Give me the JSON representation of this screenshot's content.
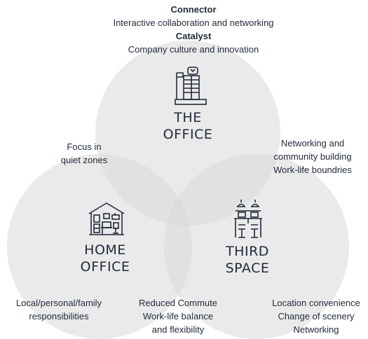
{
  "top_header": {
    "line1": "Connector",
    "line2": "Interactive collaboration and networking",
    "line3": "Catalyst",
    "line4": "Company culture and innovation"
  },
  "office": {
    "line1": "THE",
    "line2": "OFFICE",
    "icon": "office-building-icon"
  },
  "home": {
    "line1": "HOME",
    "line2": "OFFICE",
    "icon": "home-office-icon"
  },
  "third": {
    "line1": "THIRD",
    "line2": "SPACE",
    "icon": "cafe-tables-icon"
  },
  "office_home_overlap": {
    "line1": "Focus in",
    "line2": "quiet zones"
  },
  "office_third_overlap": {
    "line1": "Networking and",
    "line2": "community building",
    "line3": "Work-life boundries"
  },
  "home_only": {
    "line1": "Local/personal/family",
    "line2": "responsibilities"
  },
  "home_third_overlap": {
    "line1": "Reduced Commute",
    "line2": "Work-life balance",
    "line3": "and flexibility"
  },
  "third_only": {
    "line1": "Location convenience",
    "line2": "Change of scenery",
    "line3": "Networking"
  },
  "colors": {
    "circle_fill": "#dcdcdc",
    "text": "#1f2a3a"
  }
}
